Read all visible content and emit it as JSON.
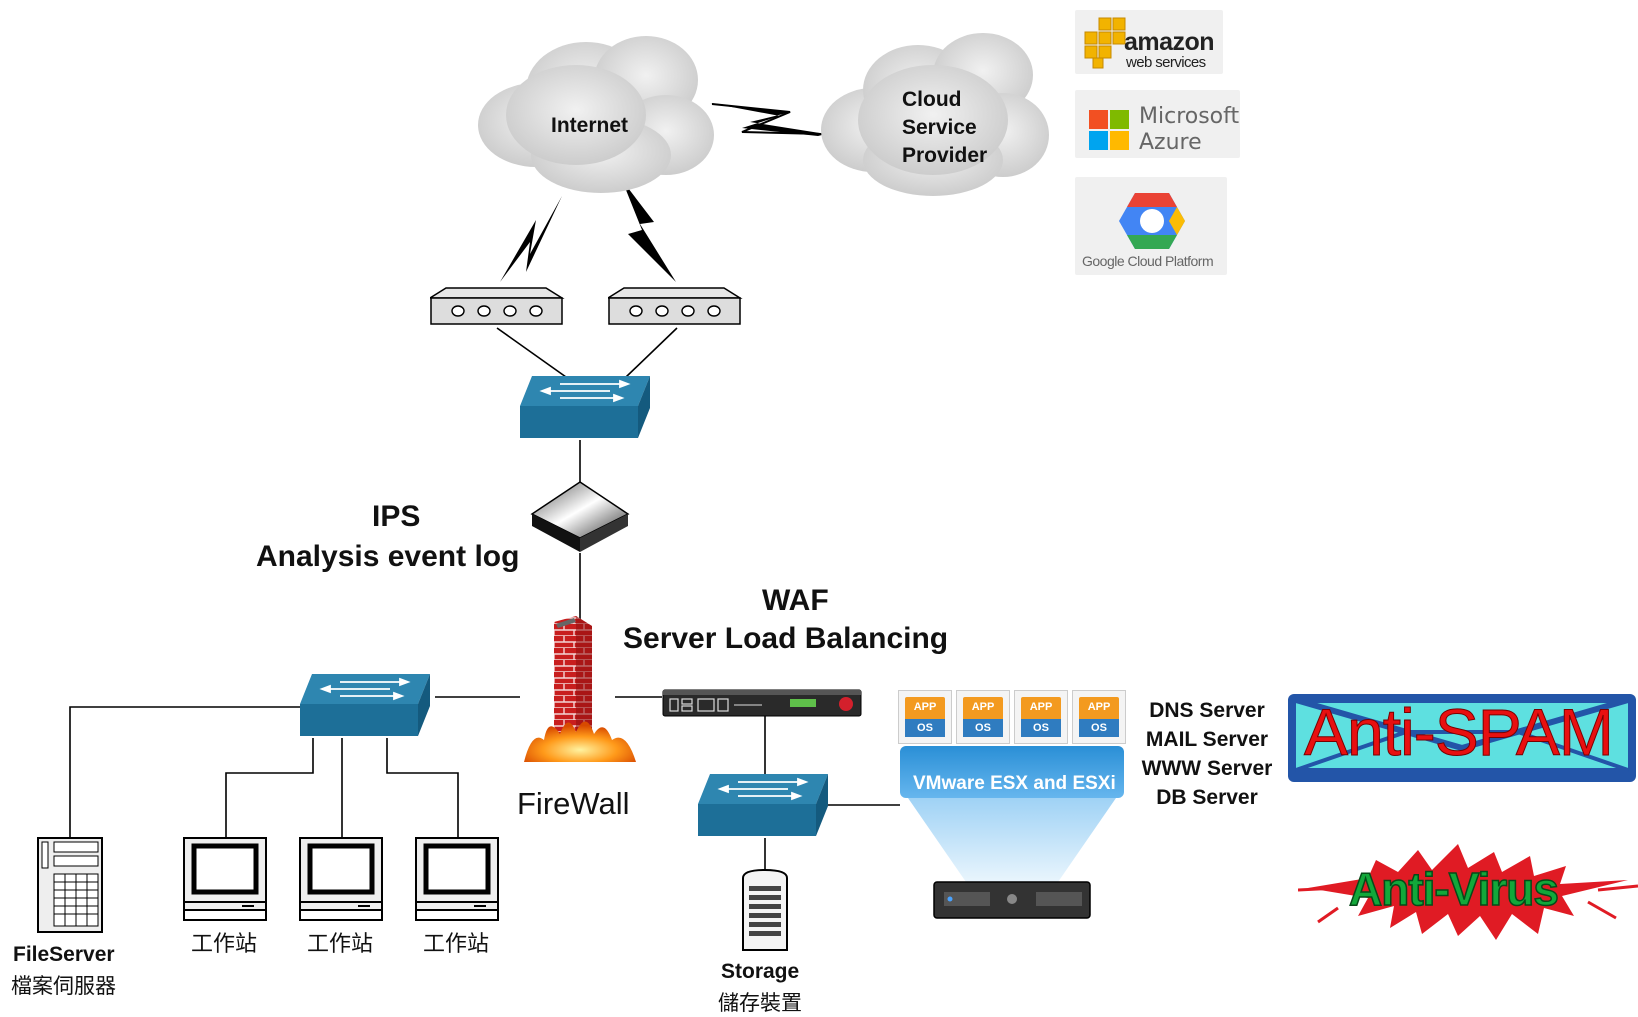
{
  "clouds": {
    "internet": "Internet",
    "csp_lines": [
      "Cloud",
      "Service",
      "Provider"
    ]
  },
  "logos": {
    "aws": {
      "line1": "amazon",
      "line2": "web services"
    },
    "azure": {
      "line1": "Microsoft",
      "line2": "Azure"
    },
    "gcp": {
      "text": "Google Cloud Platform"
    }
  },
  "labels": {
    "ips_title": "IPS",
    "ips_sub": "Analysis event log",
    "waf_title": "WAF",
    "waf_sub": "Server Load Balancing",
    "firewall": "FireWall",
    "fileserver_en": "FileServer",
    "fileserver_zh": "檔案伺服器",
    "workstations": [
      "工作站",
      "工作站",
      "工作站"
    ],
    "storage_en": "Storage",
    "storage_zh": "儲存裝置",
    "servers": [
      "DNS Server",
      "MAIL Server",
      "WWW Server",
      "DB Server"
    ],
    "vmware": "VMware ESX and ESXi",
    "app_tiles": [
      {
        "top": "APP",
        "bottom": "OS"
      },
      {
        "top": "APP",
        "bottom": "OS"
      },
      {
        "top": "APP",
        "bottom": "OS"
      },
      {
        "top": "APP",
        "bottom": "OS"
      }
    ],
    "anti_spam": "Anti-SPAM",
    "anti_virus": "Anti-Virus"
  },
  "colors": {
    "switch_top": "#2e86b0",
    "switch_side": "#1a5f82",
    "spam_blue": "#2355a8",
    "spam_cyan": "#5ee0e0",
    "spam_red": "#e81010",
    "virus_red": "#e01b24",
    "virus_green": "#12a83a"
  }
}
